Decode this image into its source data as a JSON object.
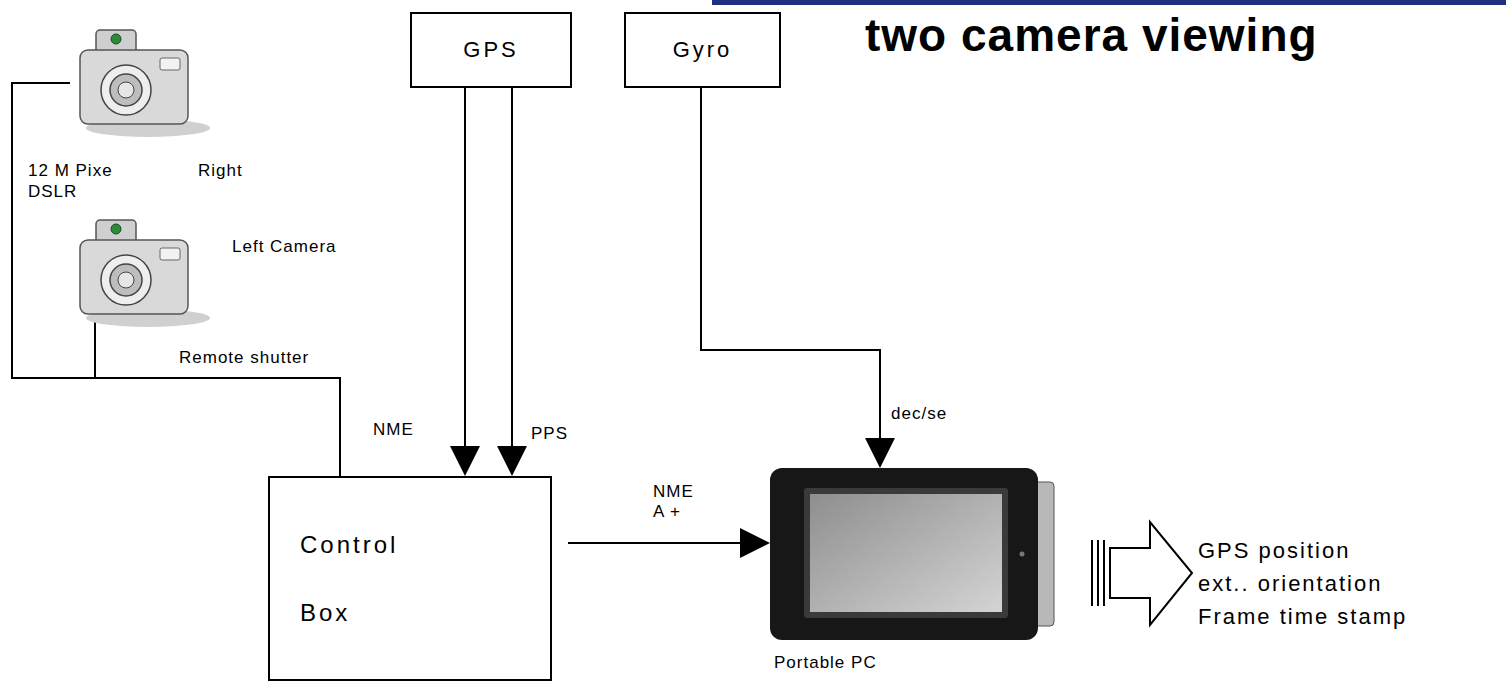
{
  "diagram": {
    "title": "two camera viewing",
    "nodes": [
      {
        "text": [
          "12 M Pixe DSLR",
          "Right"
        ]
      },
      {
        "text": [
          "Left Camera"
        ]
      },
      {
        "text": [
          "GPS"
        ]
      },
      {
        "text": [
          "Gyro"
        ]
      },
      {
        "text": [
          "Control",
          "Box"
        ]
      },
      {
        "text": [
          "Portable PC"
        ]
      }
    ],
    "edges": [
      {
        "from": 0,
        "to": 4,
        "arrow": "none"
      },
      {
        "from": 1,
        "to": 4,
        "label": "Remote shutter",
        "arrow": "none"
      },
      {
        "from": 2,
        "to": 4,
        "label": "NME",
        "arrow": "to"
      },
      {
        "from": 2,
        "to": 4,
        "label": "PPS",
        "arrow": "to"
      },
      {
        "from": 3,
        "to": 5,
        "label": "dec/se",
        "arrow": "to"
      },
      {
        "from": 4,
        "to": 5,
        "label": "NME A +",
        "arrow": "to"
      }
    ],
    "labels": [
      "GPS position",
      "ext.. orientation",
      "Frame time stamp"
    ]
  }
}
